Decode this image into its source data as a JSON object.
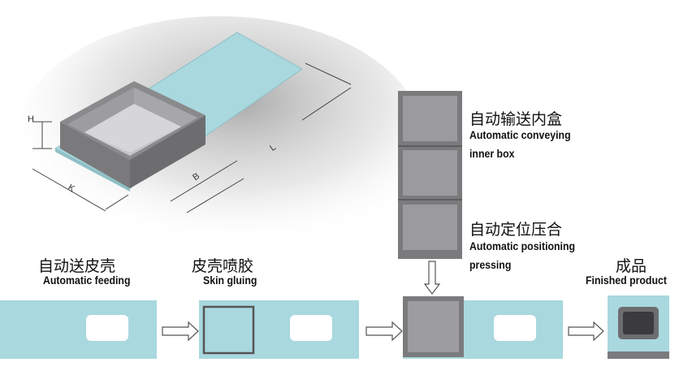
{
  "dimensions": {
    "h": "H",
    "l": "L",
    "b": "B",
    "k": "K"
  },
  "steps": [
    {
      "zh": "自动送皮壳",
      "en": "Automatic feeding"
    },
    {
      "zh": "皮壳喷胶",
      "en": "Skin gluing"
    },
    {
      "zh": "自动输送内盒",
      "en_line1": "Automatic conveying",
      "en_line2": "inner box"
    },
    {
      "zh": "自动定位压合",
      "en_line1": "Automatic positioning",
      "en_line2": "pressing"
    },
    {
      "zh": "成品",
      "en": "Finished product"
    }
  ],
  "colors": {
    "sheet": "#a9d8df",
    "box": "#7b7b7d",
    "box_inner": "#cfcfd1",
    "arrow": "#555555"
  }
}
